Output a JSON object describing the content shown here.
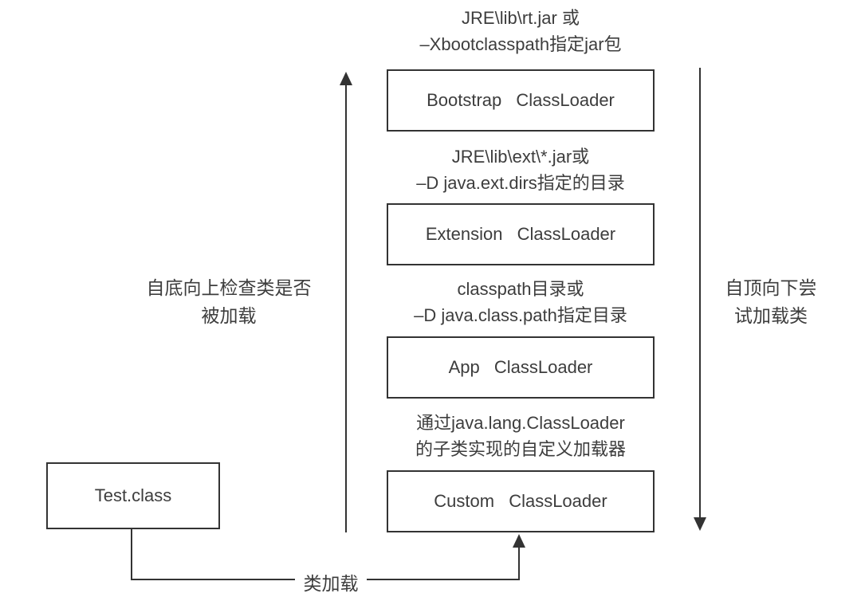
{
  "diagram": {
    "title_context": "Java ClassLoader hierarchy",
    "captions": [
      {
        "text": "JRE\\lib\\rt.jar 或\n–Xbootclasspath指定jar包"
      },
      {
        "text": "JRE\\lib\\ext\\*.jar或\n–D java.ext.dirs指定的目录"
      },
      {
        "text": "classpath目录或\n–D java.class.path指定目录"
      },
      {
        "text": "通过java.lang.ClassLoader\n的子类实现的自定义加载器"
      }
    ],
    "boxes": [
      {
        "label": "Bootstrap ClassLoader"
      },
      {
        "label": "Extension ClassLoader"
      },
      {
        "label": "App ClassLoader"
      },
      {
        "label": "Custom ClassLoader"
      }
    ],
    "left_flow_label": "自底向上检查类是否\n被加载",
    "right_flow_label": "自顶向下尝\n试加载类",
    "test_class_label": "Test.class",
    "connector_label": "类加载",
    "colors": {
      "line": "#333333",
      "text": "#3d3d3d",
      "background": "#ffffff"
    }
  }
}
